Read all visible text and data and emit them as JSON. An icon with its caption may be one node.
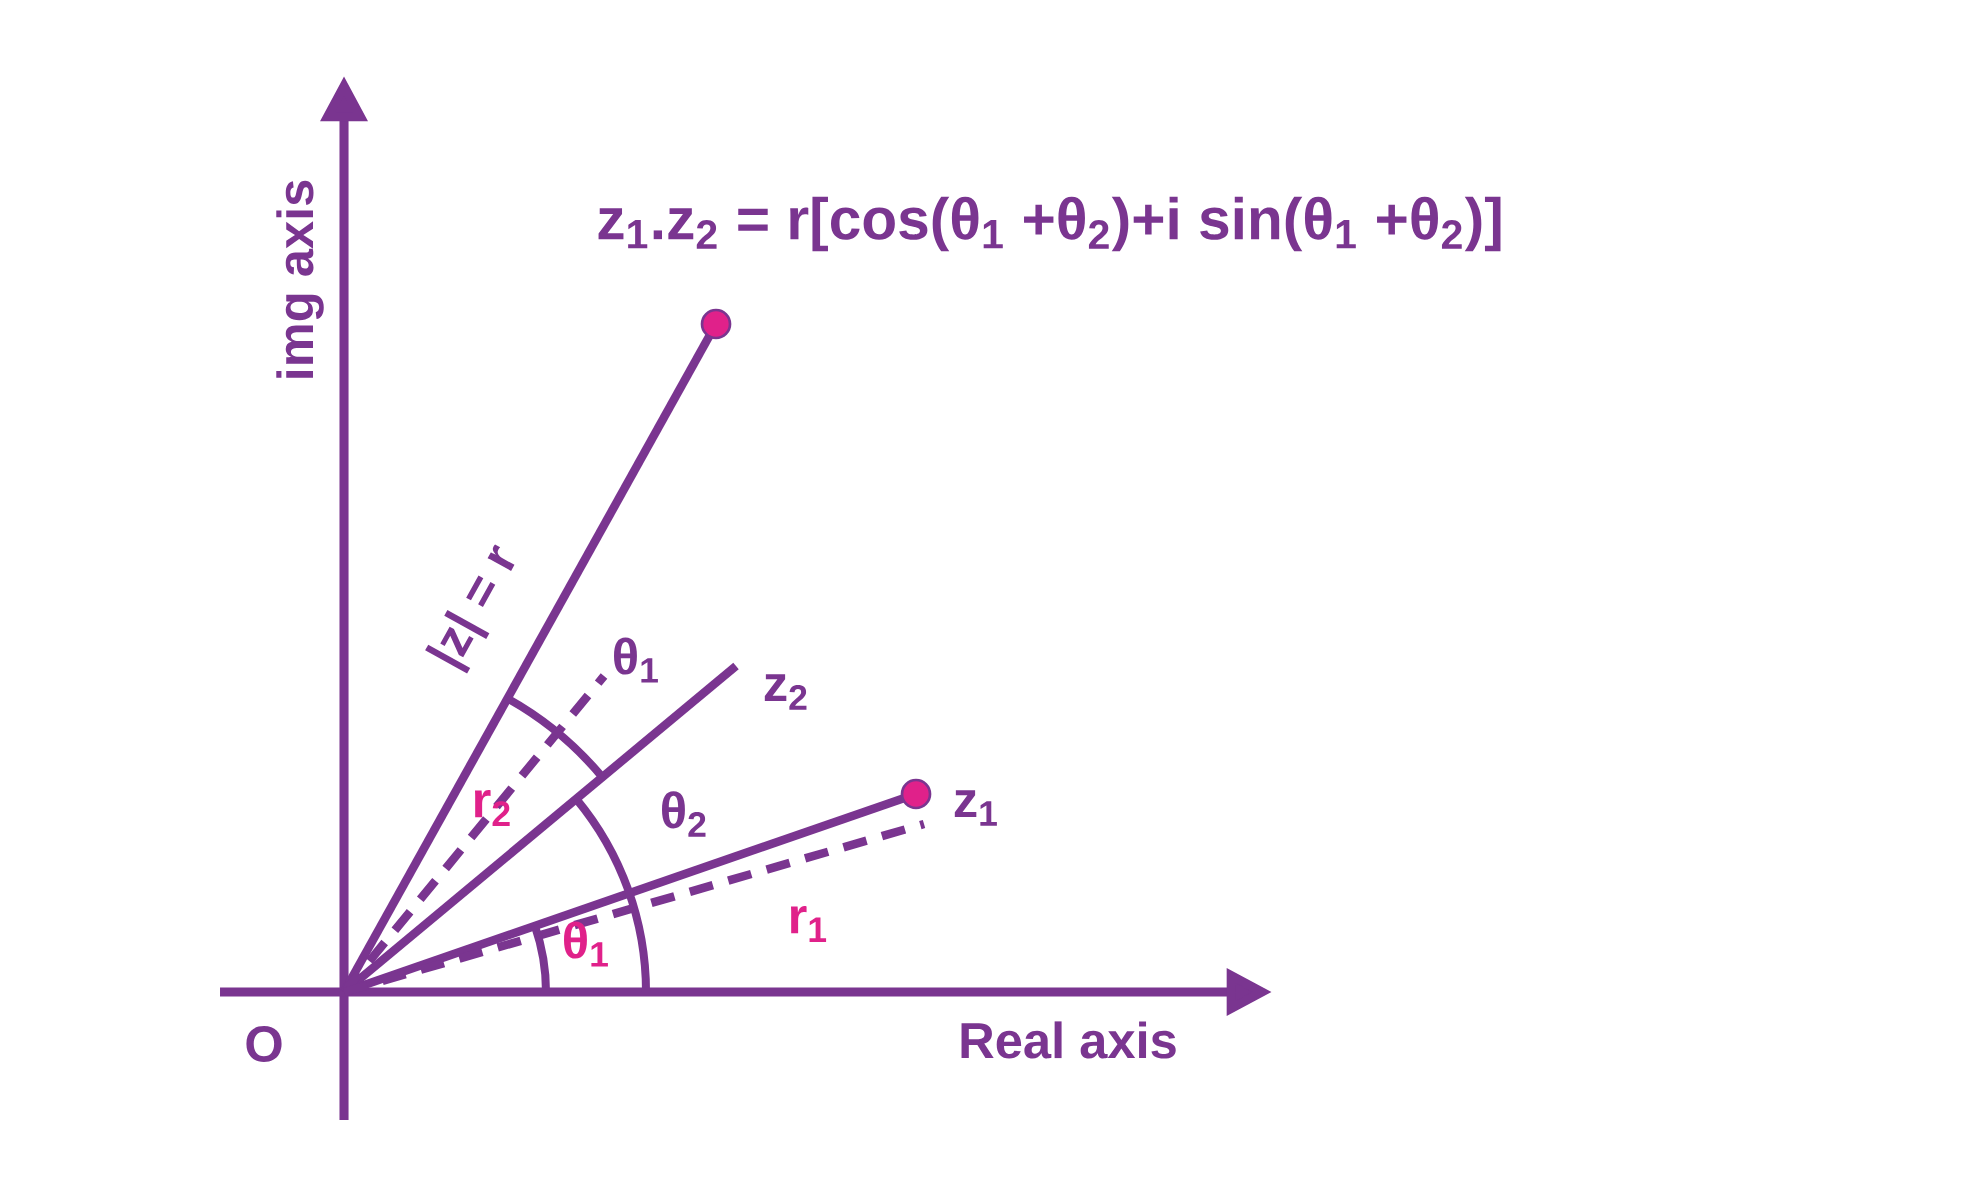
{
  "diagram": {
    "labels": [
      "z$_{1}$.z$_{2}$ = r[cos(θ$_{1}$ +θ$_{2}$)+i sin(θ$_{1}$ +θ$_{2}$)]",
      "img axis",
      "|z| = r",
      "θ$_{1}$",
      "z$_{2}$",
      "r$_{2}$",
      "θ$_{2}$",
      "z$_{1}$",
      "r$_{1}$",
      "θ$_{1}$",
      "O",
      "Real axis"
    ]
  }
}
